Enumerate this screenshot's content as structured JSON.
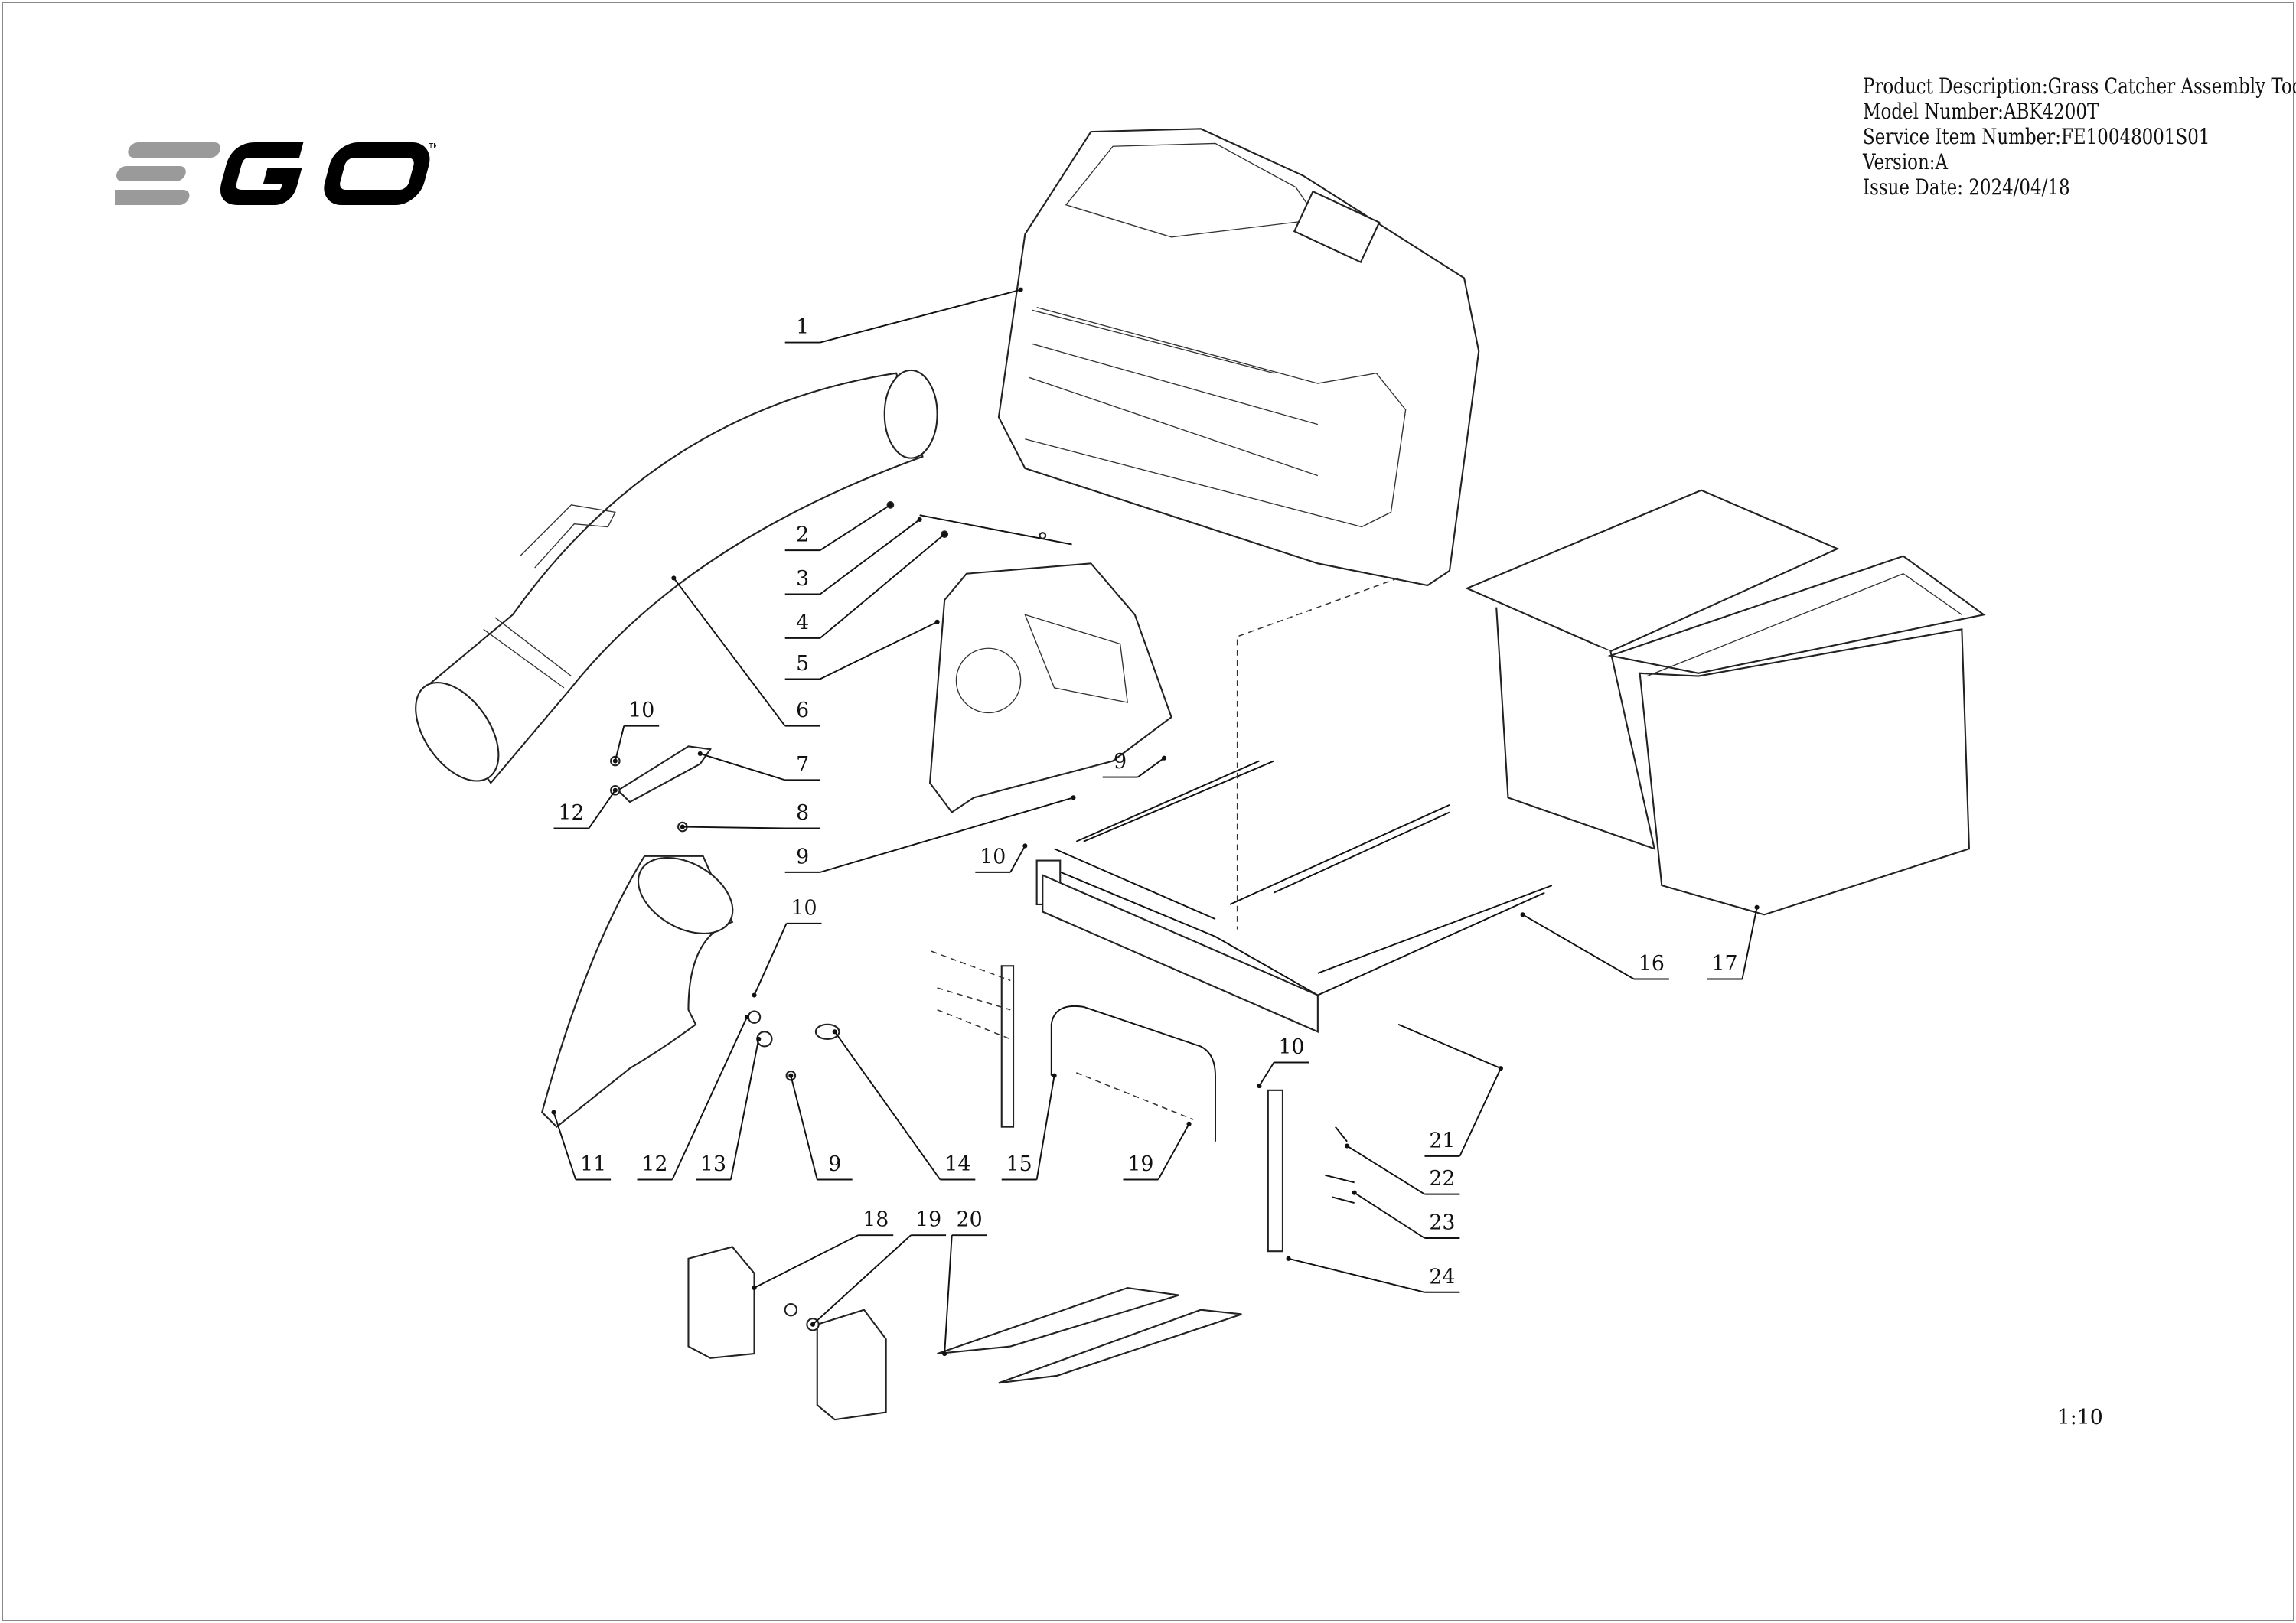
{
  "logo": {
    "text": "EGO",
    "trademark": "TM",
    "bars_color": "#9a9a9a",
    "letters_color": "#000000"
  },
  "title_block": {
    "product_description": "Product Description:Grass Catcher Assembly Tools",
    "model_number": "Model Number:ABK4200T",
    "service_item_number": "Service Item Number:FE10048001S01",
    "version": "Version:A",
    "issue_date": "Issue Date: 2024/04/18"
  },
  "callouts": [
    "1",
    "2",
    "3",
    "4",
    "5",
    "6",
    "7",
    "8",
    "9",
    "9",
    "10",
    "12",
    "10",
    "10",
    "11",
    "12",
    "13",
    "9",
    "14",
    "15",
    "19",
    "10",
    "16",
    "17",
    "21",
    "22",
    "23",
    "24",
    "18",
    "19",
    "20"
  ],
  "scale": "1:10"
}
